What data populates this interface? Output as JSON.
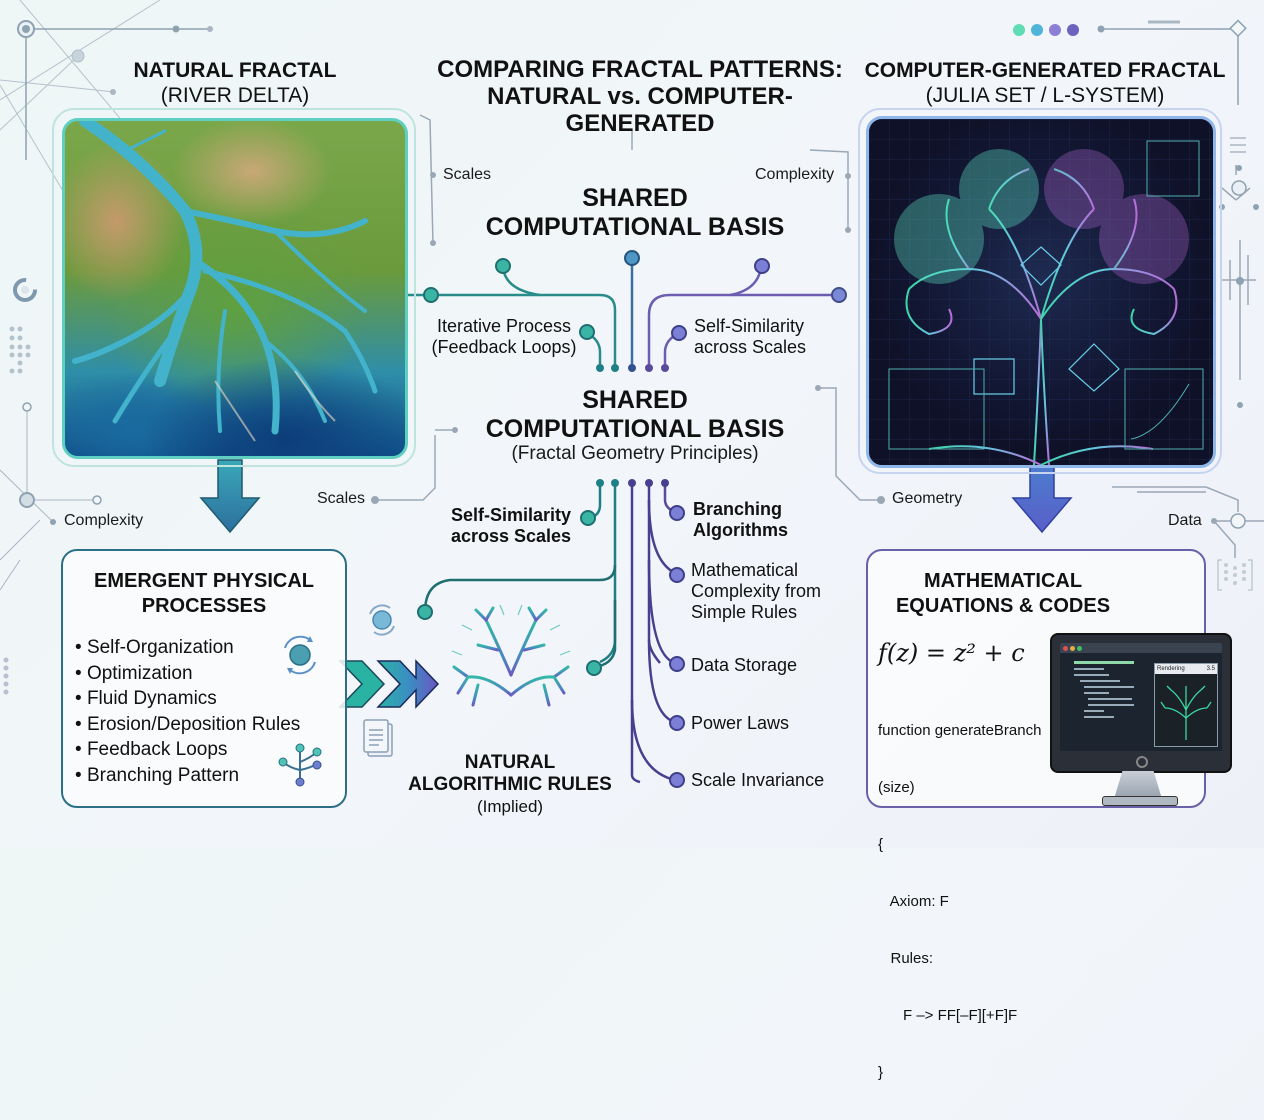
{
  "header": {
    "title_line1": "COMPARING FRACTAL PATTERNS:",
    "title_line2": "NATURAL vs. COMPUTER-GENERATED"
  },
  "left_panel": {
    "title": "NATURAL FRACTAL",
    "subtitle": "(RIVER DELTA)",
    "image_desc": "Aerial view of a river delta"
  },
  "right_panel": {
    "title": "COMPUTER-GENERATED FRACTAL",
    "subtitle": "(JULIA SET / L-SYSTEM)",
    "image_desc": "Neon fractal tree on dark grid"
  },
  "center_top": {
    "title_line1": "SHARED",
    "title_line2": "COMPUTATIONAL BASIS",
    "nodes": [
      {
        "label_line1": "Iterative Process",
        "label_line2": "(Feedback Loops)"
      },
      {
        "label_line1": "Self-Similarity",
        "label_line2": "across Scales"
      }
    ]
  },
  "center_main": {
    "title_line1": "SHARED",
    "title_line2": "COMPUTATIONAL BASIS",
    "subtitle": "(Fractal Geometry Principles)",
    "left_node": {
      "label_line1": "Self-Similarity",
      "label_line2": "across Scales"
    },
    "right_nodes": [
      {
        "label": "Branching Algorithms"
      },
      {
        "label": "Mathematical Complexity from Simple Rules"
      },
      {
        "label": "Data Storage"
      },
      {
        "label": "Power Laws"
      },
      {
        "label": "Scale Invariance"
      }
    ]
  },
  "side_labels": {
    "scales_top": "Scales",
    "complexity_top": "Complexity",
    "scales_mid": "Scales",
    "complexity_left": "Complexity",
    "geometry": "Geometry",
    "data": "Data"
  },
  "emergent_box": {
    "title_line1": "EMERGENT PHYSICAL",
    "title_line2": "PROCESSES",
    "items": [
      "Self-Organization",
      "Optimization",
      "Fluid Dynamics",
      "Erosion/Deposition Rules",
      "Feedback Loops",
      "Branching Pattern"
    ]
  },
  "natural_rules": {
    "title_line1": "NATURAL",
    "title_line2": "ALGORITHMIC RULES",
    "subtitle": "(Implied)"
  },
  "math_box": {
    "title_line1": "MATHEMATICAL",
    "title_line2": "EQUATIONS & CODES",
    "equation": "f(z) = z² + c",
    "code_lines": [
      "function generateBranch",
      "(size)",
      "{",
      "   Axiom: F",
      "   Rules:",
      "      F –> FF[–F][+F]F",
      "}"
    ],
    "monitor": {
      "preview_title": "Rendering",
      "preview_value": "3.5"
    }
  },
  "colors": {
    "teal": "#2a9d94",
    "blue": "#3f7fb0",
    "purple": "#6b5bb0",
    "indigo": "#5a55a8",
    "wire_gray": "#9aa8b6"
  },
  "deco_dots": [
    "#5fdcb3",
    "#4eb4d8",
    "#8d7fd6",
    "#6f63c0"
  ]
}
